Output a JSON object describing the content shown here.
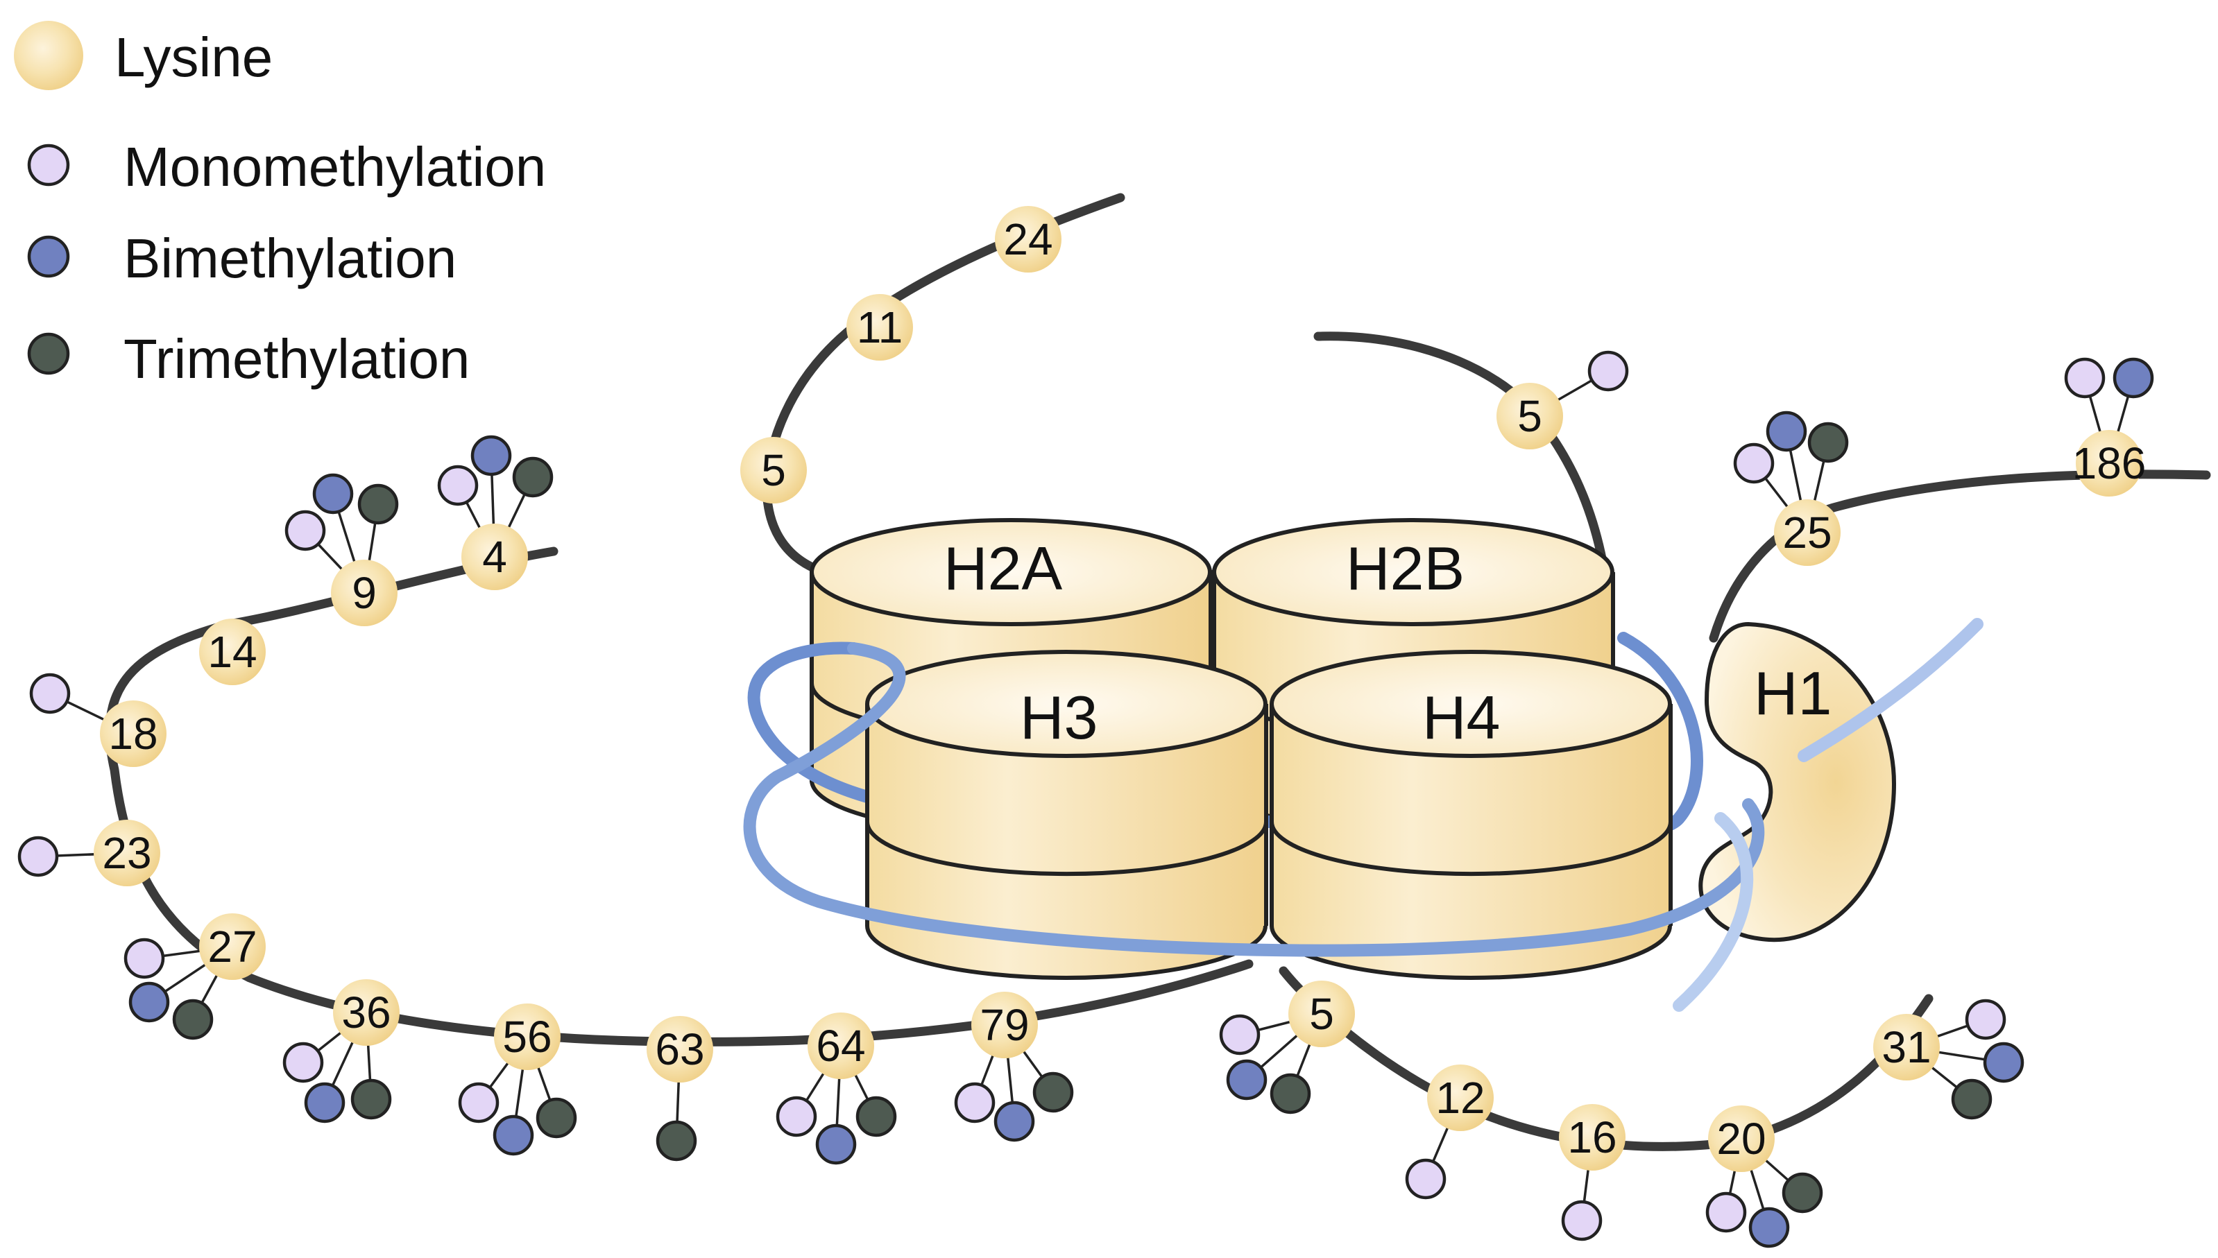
{
  "colors": {
    "lysine": "#f5dca0",
    "lysine_center": "#fdf3dc",
    "mono": "#e3d6f6",
    "bi": "#7081c0",
    "tri": "#4e5a51",
    "dna": "#5b82c8",
    "dna_light": "#b9cdee",
    "cylinder": "#f7e1a9",
    "cylinder_light": "#fff8e6",
    "tail": "#3a3a3a"
  },
  "legend": {
    "lysine": "Lysine",
    "mono": "Monomethylation",
    "bi": "Bimethylation",
    "tri": "Trimethylation"
  },
  "histones": {
    "h2a": "H2A",
    "h2b": "H2B",
    "h3": "H3",
    "h4": "H4",
    "h1": "H1"
  },
  "tails": {
    "h2a": [
      {
        "label": "5",
        "marks": []
      },
      {
        "label": "11",
        "marks": []
      },
      {
        "label": "24",
        "marks": []
      }
    ],
    "h2b": [
      {
        "label": "5",
        "marks": [
          "mono"
        ]
      }
    ],
    "h1": [
      {
        "label": "25",
        "marks": [
          "mono",
          "bi",
          "tri"
        ]
      },
      {
        "label": "186",
        "marks": [
          "mono",
          "bi"
        ]
      }
    ],
    "h3": [
      {
        "label": "4",
        "marks": [
          "mono",
          "bi",
          "tri"
        ]
      },
      {
        "label": "9",
        "marks": [
          "mono",
          "bi",
          "tri"
        ]
      },
      {
        "label": "14",
        "marks": []
      },
      {
        "label": "18",
        "marks": [
          "mono"
        ]
      },
      {
        "label": "23",
        "marks": [
          "mono"
        ]
      },
      {
        "label": "27",
        "marks": [
          "mono",
          "bi",
          "tri"
        ]
      },
      {
        "label": "36",
        "marks": [
          "mono",
          "bi",
          "tri"
        ]
      },
      {
        "label": "56",
        "marks": [
          "mono",
          "bi",
          "tri"
        ]
      },
      {
        "label": "63",
        "marks": [
          "tri"
        ]
      },
      {
        "label": "64",
        "marks": [
          "mono",
          "bi",
          "tri"
        ]
      },
      {
        "label": "79",
        "marks": [
          "mono",
          "bi",
          "tri"
        ]
      }
    ],
    "h4": [
      {
        "label": "5",
        "marks": [
          "mono",
          "bi",
          "tri"
        ]
      },
      {
        "label": "12",
        "marks": [
          "mono"
        ]
      },
      {
        "label": "16",
        "marks": [
          "mono"
        ]
      },
      {
        "label": "20",
        "marks": [
          "mono",
          "bi",
          "tri"
        ]
      },
      {
        "label": "31",
        "marks": [
          "mono",
          "bi",
          "tri"
        ]
      }
    ]
  }
}
